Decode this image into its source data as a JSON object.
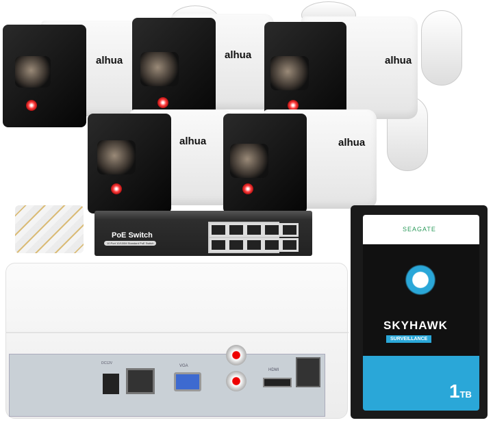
{
  "cameras": [
    {
      "brand": "alhua"
    },
    {
      "brand": "alhua"
    },
    {
      "brand": "alhua"
    },
    {
      "brand": "alhua"
    },
    {
      "brand": "alhua"
    }
  ],
  "switch": {
    "title": "PoE Switch",
    "subtitle": "10 Port 10/100M Standard PoE Switch"
  },
  "nvr": {
    "ports": {
      "power": "DC12V",
      "vga": "VGA",
      "hdmi": "HDMI"
    }
  },
  "hdd": {
    "maker": "SEAGATE",
    "product": "SKYHAWK",
    "line": "SURVEILLANCE",
    "capacity": "1",
    "unit": "TB"
  },
  "colors": {
    "led": "#ff3030",
    "hdd_label": "#2aa7d8",
    "switch": "#3a3a3a"
  }
}
